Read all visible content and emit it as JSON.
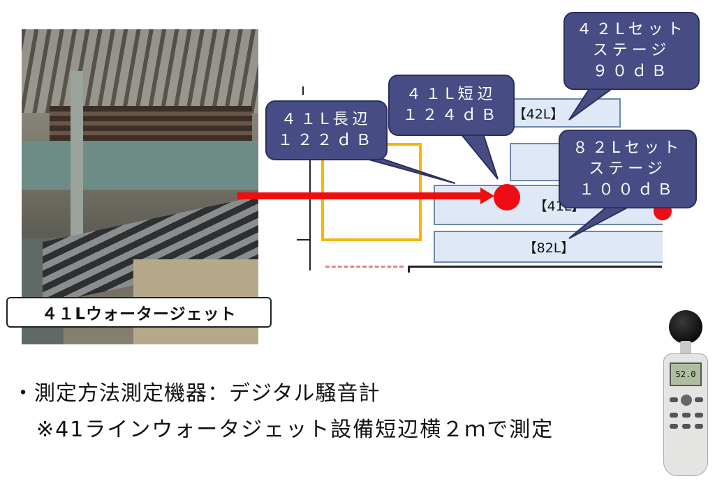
{
  "photo": {
    "caption": "４１Lウォータージェット"
  },
  "layout_diagram": {
    "machines": {
      "m42L": "【42L】",
      "m41L": "【41L】",
      "m82L": "【82L】"
    },
    "marker_color": "#ee0b14",
    "arrow_color": "#ef0e0e"
  },
  "callouts": {
    "c41_long": {
      "line1": "４１L長辺",
      "line2": "１２２ｄＢ"
    },
    "c41_short": {
      "line1": "４１L短辺",
      "line2": "１２４ｄＢ"
    },
    "c42_stage": {
      "line1": "４２Lセット",
      "line2": "ステージ",
      "line3": "９０ｄＢ"
    },
    "c82_stage": {
      "line1": "８２Lセット",
      "line2": "ステージ",
      "line3": "１００ｄＢ"
    },
    "fill_color": "#474d84"
  },
  "meter": {
    "display_value": "52.0"
  },
  "notes": {
    "line1": "・測定方法測定機器：デジタル騒音計",
    "line2": "※41ラインウォータジェット設備短辺横２ｍで測定"
  }
}
